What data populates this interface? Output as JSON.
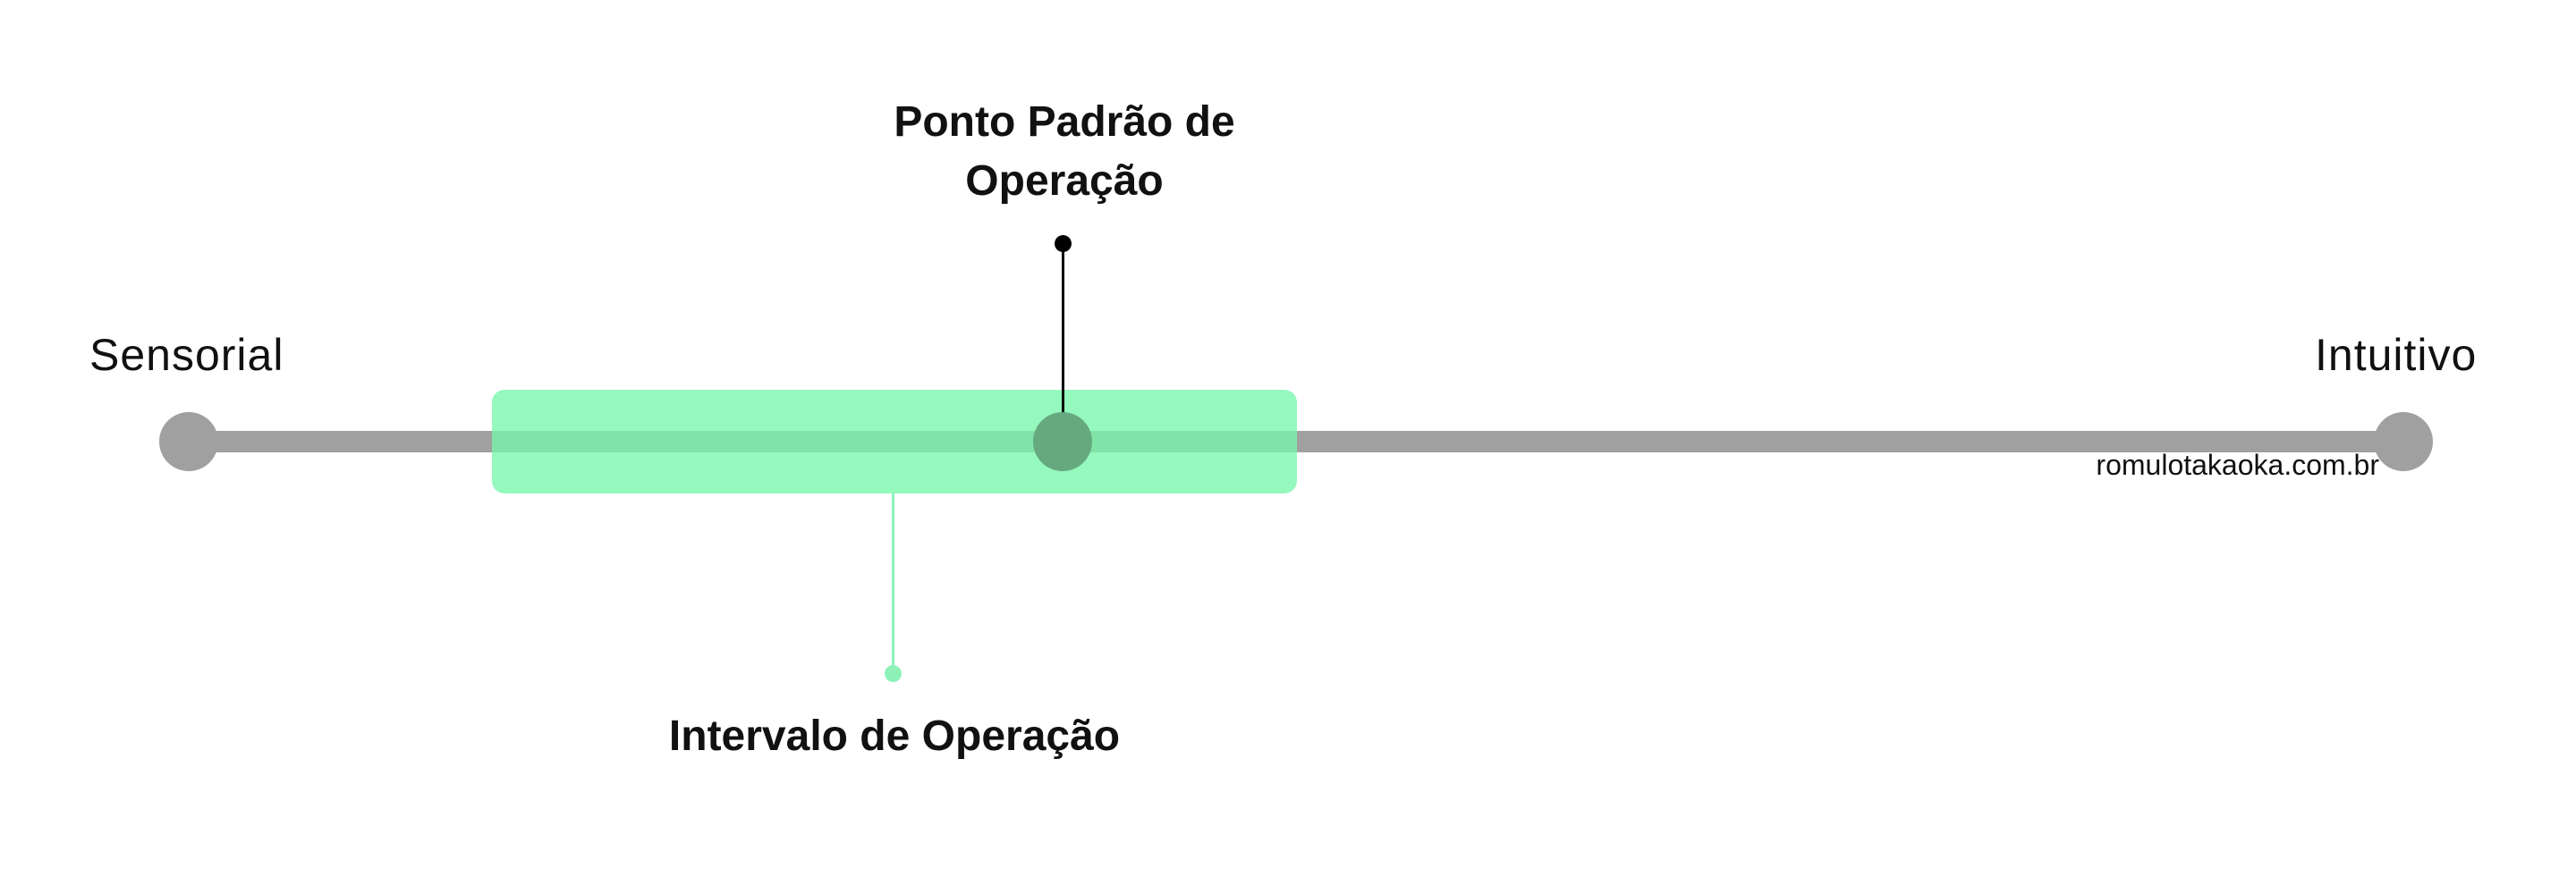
{
  "scale": {
    "left_label": "Sensorial",
    "right_label": "Intuitivo"
  },
  "default_point": {
    "label": "Ponto Padrão de Operação"
  },
  "operating_range": {
    "label": "Intervalo de Operação"
  },
  "watermark": "romulotakaoka.com.br",
  "colors": {
    "track": "#a0a0a0",
    "range_fill": "#77f6aa",
    "point_fill": "#66a97f",
    "text": "#111111"
  }
}
